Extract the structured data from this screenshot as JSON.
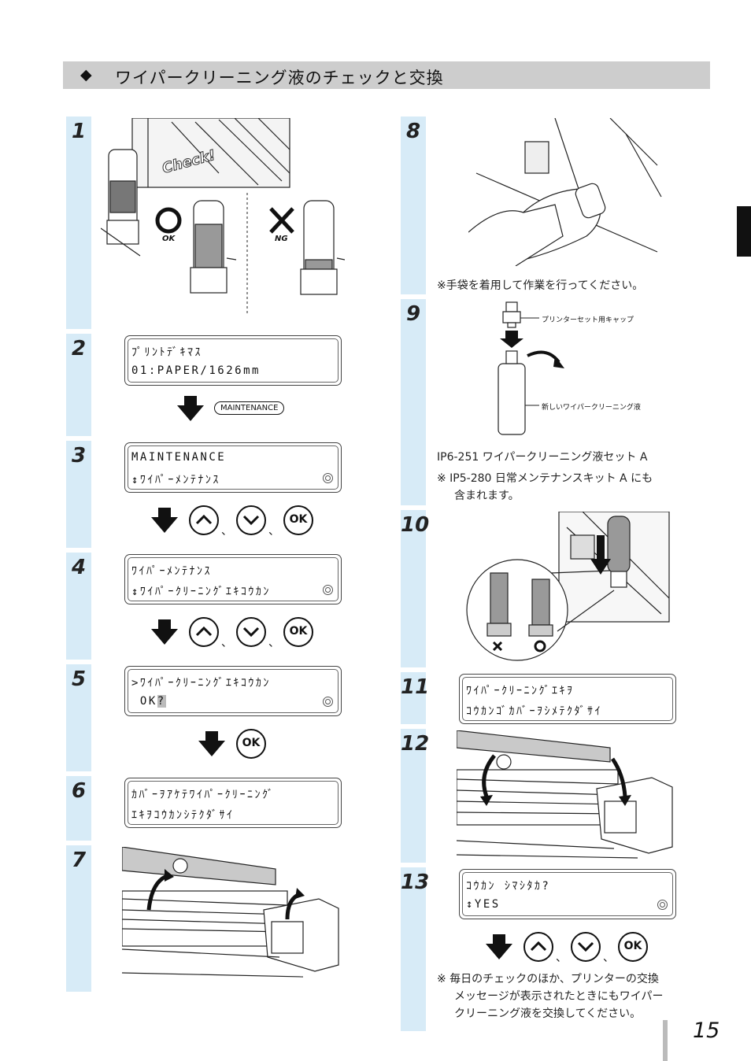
{
  "header": {
    "title": "ワイパークリーニング液のチェックと交換",
    "diamond": "◆"
  },
  "steps": [
    "1",
    "2",
    "3",
    "4",
    "5",
    "6",
    "7",
    "8",
    "9",
    "10",
    "11",
    "12",
    "13"
  ],
  "step1": {
    "check": "Check!",
    "ok": "OK",
    "ng": "NG"
  },
  "step2": {
    "line1": "ﾌﾟﾘﾝﾄﾃﾞｷﾏｽ",
    "line2": "01:PAPER/1626mm",
    "button": "MAINTENANCE"
  },
  "step3": {
    "line1": "MAINTENANCE",
    "line2": "↕ﾜｲﾊﾟｰﾒﾝﾃﾅﾝｽ"
  },
  "step4": {
    "line1": "ﾜｲﾊﾟｰﾒﾝﾃﾅﾝｽ",
    "line2": "↕ﾜｲﾊﾟｰｸﾘｰﾆﾝｸﾞｴｷｺｳｶﾝ"
  },
  "step5": {
    "line1": ">ﾜｲﾊﾟｰｸﾘｰﾆﾝｸﾞｴｷｺｳｶﾝ",
    "line2_prefix": " OK",
    "line2_hl": "?"
  },
  "step6": {
    "line1": "ｶﾊﾞｰｦｱｹﾃﾜｲﾊﾟｰｸﾘｰﾆﾝｸﾞ",
    "line2": "ｴｷｦｺｳｶﾝｼﾃｸﾀﾞｻｲ"
  },
  "step8": {
    "note": "※手袋を着用して作業を行ってください。"
  },
  "step9": {
    "cap_label": "プリンターセット用キャップ",
    "bottle_label": "新しいワイパークリーニング液",
    "note1": "IP6-251 ワイパークリーニング液セット A",
    "note2": "※ IP5-280 日常メンテナンスキット A にも",
    "note3": "含まれます。"
  },
  "step11": {
    "line1": "ﾜｲﾊﾟｰｸﾘｰﾆﾝｸﾞｴｷｦ",
    "line2": "ｺｳｶﾝｺﾞｶﾊﾞｰｦｼﾒﾃｸﾀﾞｻｲ"
  },
  "step13": {
    "line1": "ｺｳｶﾝ ｼﾏｼﾀｶ?",
    "line2": "↕YES",
    "note1": "※ 毎日のチェックのほか、プリンターの交換",
    "note2": "メッセージが表示されたときにもワイパー",
    "note3": "クリーニング液を交換してください。"
  },
  "buttons": {
    "ok": "OK",
    "sep": "、"
  },
  "page_number": "15"
}
